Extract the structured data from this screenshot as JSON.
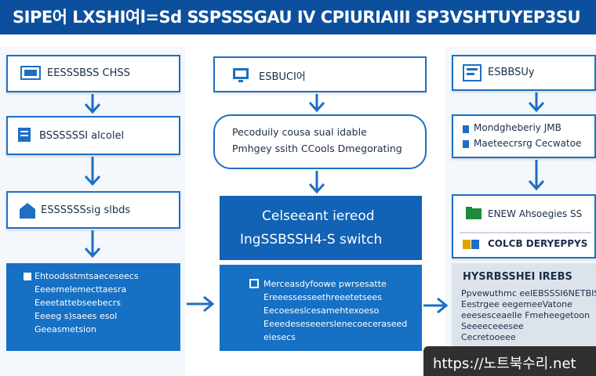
{
  "header": {
    "title": "SIPE어 LXSHI여l=Sd SSPSSSGAU IV CPIURIAIII SP3VSHTUYEP3SU"
  },
  "left_column": {
    "step1": "EESSSBSS CHSS",
    "step2": "BSSSSSSI alcolel",
    "step3": "ESSSSSSsig slbds",
    "detail_lines": [
      "Ehtoodsstmtsaeceseecs",
      "Eeeemelemecttaesra",
      "Eeeetattebseebecrs",
      "Eeeeg s)saees esol",
      "Geeasmetsion"
    ]
  },
  "middle_column": {
    "step1": "ESBUCI어",
    "decision_line1": "Pecoduily cousa sual idable",
    "decision_line2": "Pmhgey ssith CCools Dmegorating",
    "highlight_line1": "Celseeant iereod",
    "highlight_line2": "IngSSBSSH4-S switch",
    "detail_lines": [
      "Merceasdyfoowe pwrsesatte",
      "Ereeessesseethreeetetsees",
      "Eecoeseslcesamehtexoeso",
      "Eeeedeseseeerslenecoeceraseed",
      "eiesecs"
    ]
  },
  "right_column": {
    "step1": "ESBBSUy",
    "decision_line1": "Mondgheberiy JMB",
    "decision_line2": "Maeteecrsrg Cecwatoe",
    "option1": "ENEW Ahsoegies SS",
    "option2": "COLCB DERYEPPYS",
    "detail_title": "HYSRBSSHEI IREBS",
    "detail_lines": [
      "Ppvewuthmc eeIEBSSSI6NETBIS",
      "Eestrgee eegemeeVatone",
      "eeesesceaelle Fmeheegetoon",
      "Seeeeceeesee",
      "Cecretooeee"
    ]
  },
  "watermark": "https://노트북수리.net",
  "colors": {
    "primary_blue": "#0c4f9c",
    "box_border": "#1d6fc4",
    "panel_blue": "#1670c4",
    "panel_grey": "#dde3ea",
    "accent_green": "#1e8a3c"
  }
}
